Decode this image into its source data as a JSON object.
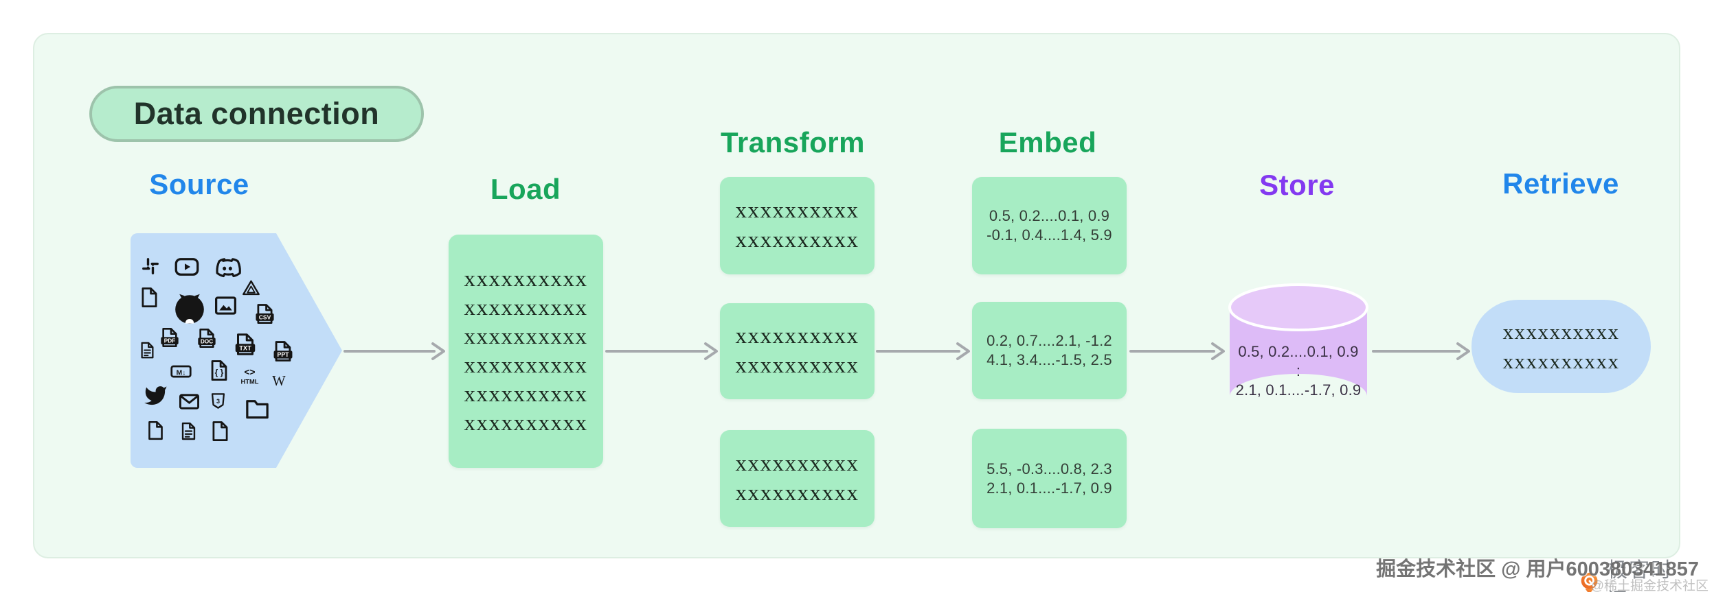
{
  "title": {
    "label": "Data connection"
  },
  "pipeline": {
    "source": {
      "label": "Source",
      "heading_color": "#2186ea",
      "shape": "blue-arrow-pentagon",
      "icons": [
        "slack-icon",
        "youtube-icon",
        "discord-icon",
        "file-icon",
        "github-icon",
        "image-icon",
        "google-drive-icon",
        "csv-file-icon",
        "document-icon",
        "pdf-file-icon",
        "doc-file-icon",
        "txt-file-icon",
        "ppt-file-icon",
        "markdown-icon",
        "json-file-icon",
        "html-icon",
        "wikipedia-icon",
        "twitter-icon",
        "email-icon",
        "css-shield-icon",
        "folder-icon",
        "file-icon",
        "document-icon",
        "file-icon"
      ]
    },
    "load": {
      "label": "Load",
      "heading_color": "#18a55b",
      "lines": [
        "xxxxxxxxxx",
        "xxxxxxxxxx",
        "xxxxxxxxxx",
        "xxxxxxxxxx",
        "xxxxxxxxxx",
        "xxxxxxxxxx"
      ]
    },
    "transform": {
      "label": "Transform",
      "heading_color": "#18a55b",
      "boxes": [
        [
          "xxxxxxxxxx",
          "xxxxxxxxxx"
        ],
        [
          "xxxxxxxxxx",
          "xxxxxxxxxx"
        ],
        [
          "xxxxxxxxxx",
          "xxxxxxxxxx"
        ]
      ]
    },
    "embed": {
      "label": "Embed",
      "heading_color": "#18a55b",
      "boxes": [
        [
          "0.5, 0.2....0.1, 0.9",
          "-0.1, 0.4....1.4, 5.9"
        ],
        [
          "0.2, 0.7....2.1, -1.2",
          "4.1, 3.4....-1.5, 2.5"
        ],
        [
          "5.5, -0.3....0.8, 2.3",
          "2.1, 0.1....-1.7, 0.9"
        ]
      ]
    },
    "store": {
      "label": "Store",
      "heading_color": "#8339f0",
      "cylinder": [
        "0.5, 0.2....0.1, 0.9",
        ":",
        "2.1, 0.1....-1.7, 0.9"
      ]
    },
    "retrieve": {
      "label": "Retrieve",
      "heading_color": "#2186ea",
      "lines": [
        "xxxxxxxxxx",
        "xxxxxxxxxx"
      ]
    }
  },
  "icon_labels": {
    "pdf": "PDF",
    "doc": "DOC",
    "txt": "TXT",
    "ppt": "PPT",
    "csv": "CSV",
    "markdown": "M↓",
    "json": "{ }",
    "html_tag": "<>",
    "html": "HTML",
    "wikipedia": "W",
    "css": "3"
  },
  "branding": {
    "logo_text": "极客时间",
    "logo_color": "#f07222",
    "text_color": "#85898e"
  },
  "watermarks": {
    "line1": "掘金技术社区 @ 用户600380341857",
    "line2": "@稀土掘金技术社区"
  },
  "colors": {
    "card_bg": "#eefaf2",
    "green_box": "#a7edc4",
    "blue_shape": "#c2ddf8",
    "purple_cylinder": "#ddbbf7",
    "arrow": "#a6a9ad",
    "title_pill_bg": "#b6eccd",
    "title_pill_border": "#9dc3ab"
  }
}
